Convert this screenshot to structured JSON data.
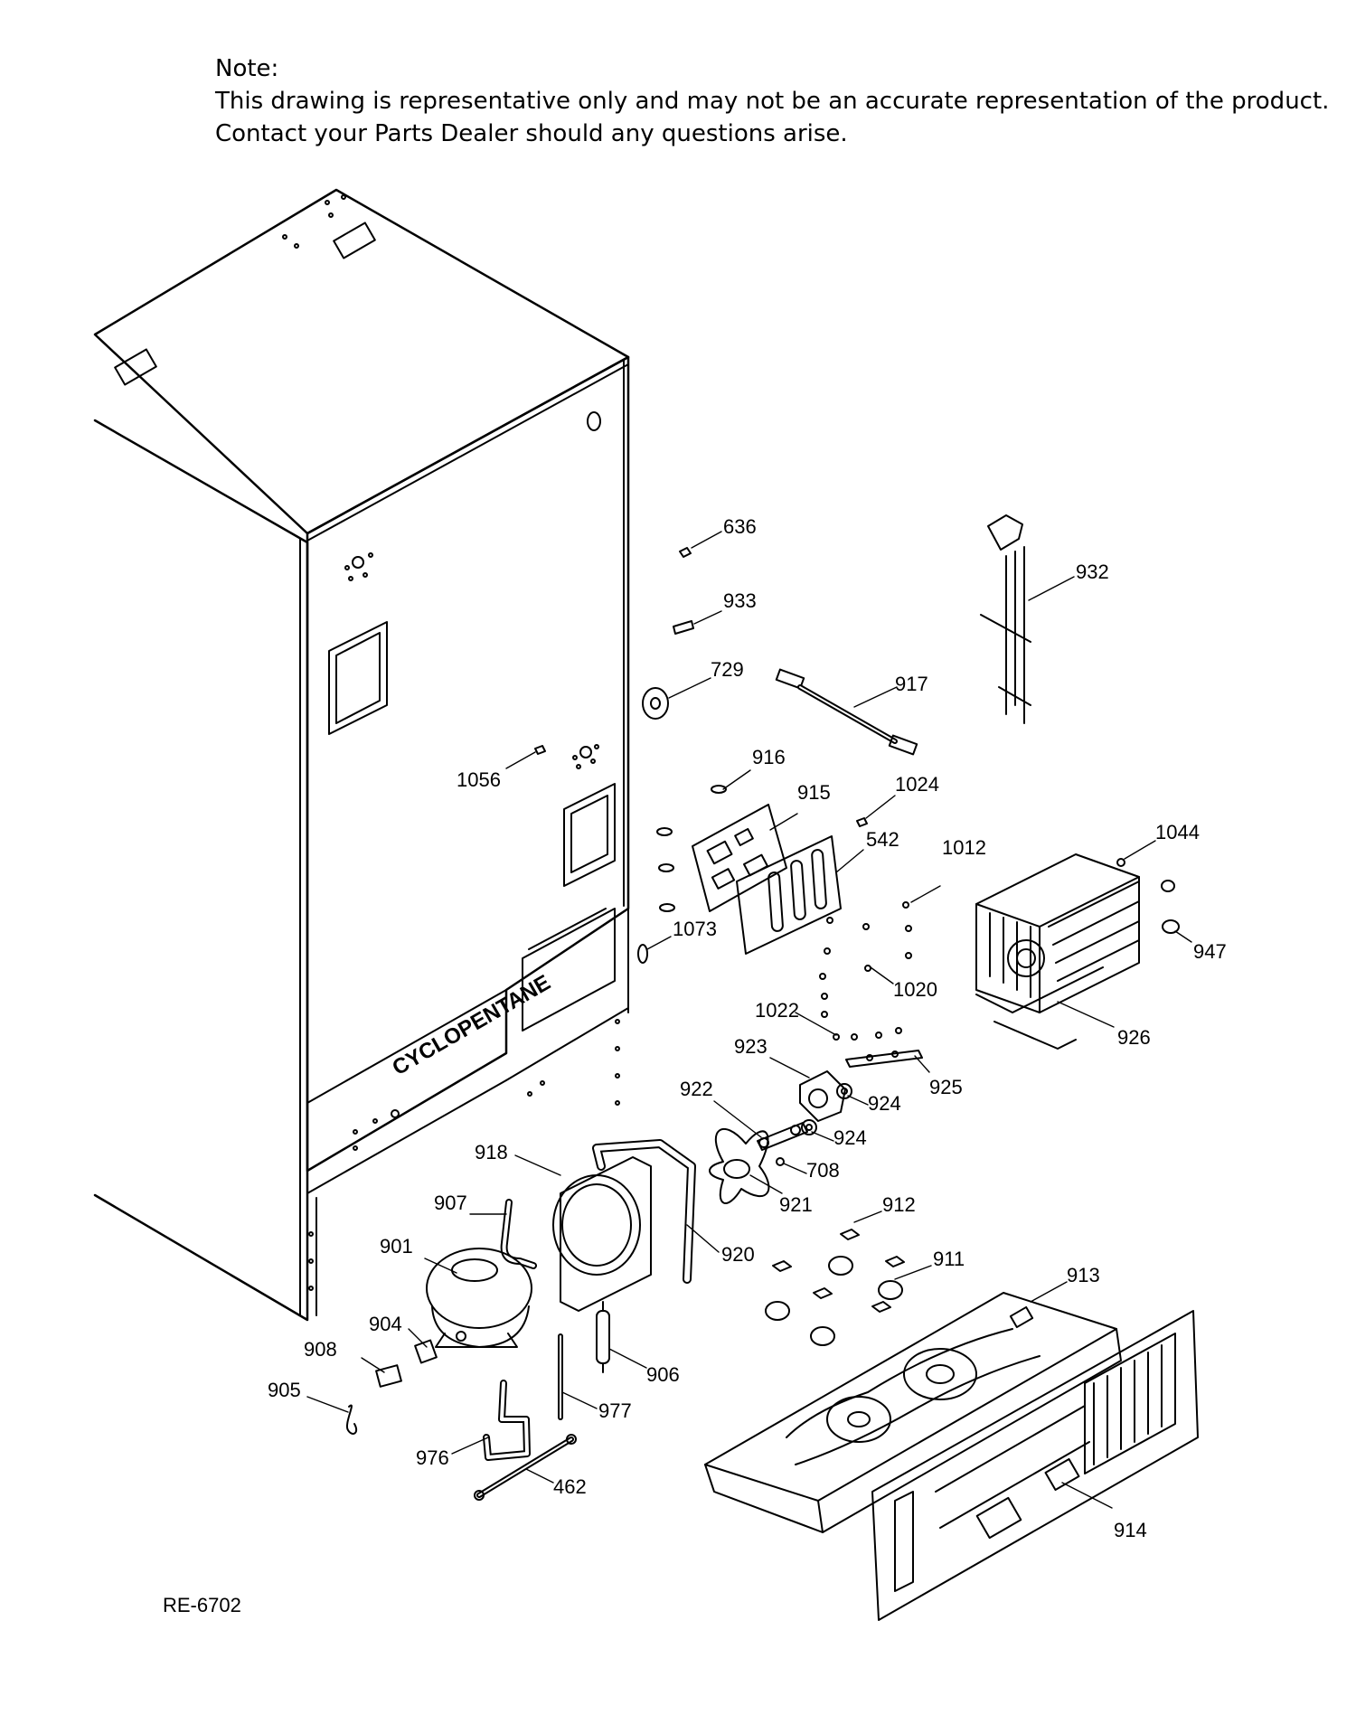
{
  "note": {
    "heading": "Note:",
    "line1": "This drawing is representative only and may not be an accurate representation of the product.",
    "line2": "Contact your Parts Dealer should any questions arise."
  },
  "diagram_ref": "RE-6702",
  "cabinet_stamp": "CYCLOPENTANE",
  "parts": [
    {
      "id": "p636",
      "label": "636"
    },
    {
      "id": "p933",
      "label": "933"
    },
    {
      "id": "p729",
      "label": "729"
    },
    {
      "id": "p917",
      "label": "917"
    },
    {
      "id": "p932",
      "label": "932"
    },
    {
      "id": "p916",
      "label": "916"
    },
    {
      "id": "p1056",
      "label": "1056"
    },
    {
      "id": "p915",
      "label": "915"
    },
    {
      "id": "p1024",
      "label": "1024"
    },
    {
      "id": "p542",
      "label": "542"
    },
    {
      "id": "p1012",
      "label": "1012"
    },
    {
      "id": "p1044",
      "label": "1044"
    },
    {
      "id": "p1073",
      "label": "1073"
    },
    {
      "id": "p947",
      "label": "947"
    },
    {
      "id": "p1020",
      "label": "1020"
    },
    {
      "id": "p1022",
      "label": "1022"
    },
    {
      "id": "p926",
      "label": "926"
    },
    {
      "id": "p923",
      "label": "923"
    },
    {
      "id": "p925",
      "label": "925"
    },
    {
      "id": "p922",
      "label": "922"
    },
    {
      "id": "p924a",
      "label": "924"
    },
    {
      "id": "p924b",
      "label": "924"
    },
    {
      "id": "p708",
      "label": "708"
    },
    {
      "id": "p918",
      "label": "918"
    },
    {
      "id": "p921",
      "label": "921"
    },
    {
      "id": "p907",
      "label": "907"
    },
    {
      "id": "p912",
      "label": "912"
    },
    {
      "id": "p901",
      "label": "901"
    },
    {
      "id": "p920",
      "label": "920"
    },
    {
      "id": "p911",
      "label": "911"
    },
    {
      "id": "p913",
      "label": "913"
    },
    {
      "id": "p904",
      "label": "904"
    },
    {
      "id": "p908",
      "label": "908"
    },
    {
      "id": "p906",
      "label": "906"
    },
    {
      "id": "p905",
      "label": "905"
    },
    {
      "id": "p977",
      "label": "977"
    },
    {
      "id": "p976",
      "label": "976"
    },
    {
      "id": "p462",
      "label": "462"
    },
    {
      "id": "p914",
      "label": "914"
    }
  ]
}
